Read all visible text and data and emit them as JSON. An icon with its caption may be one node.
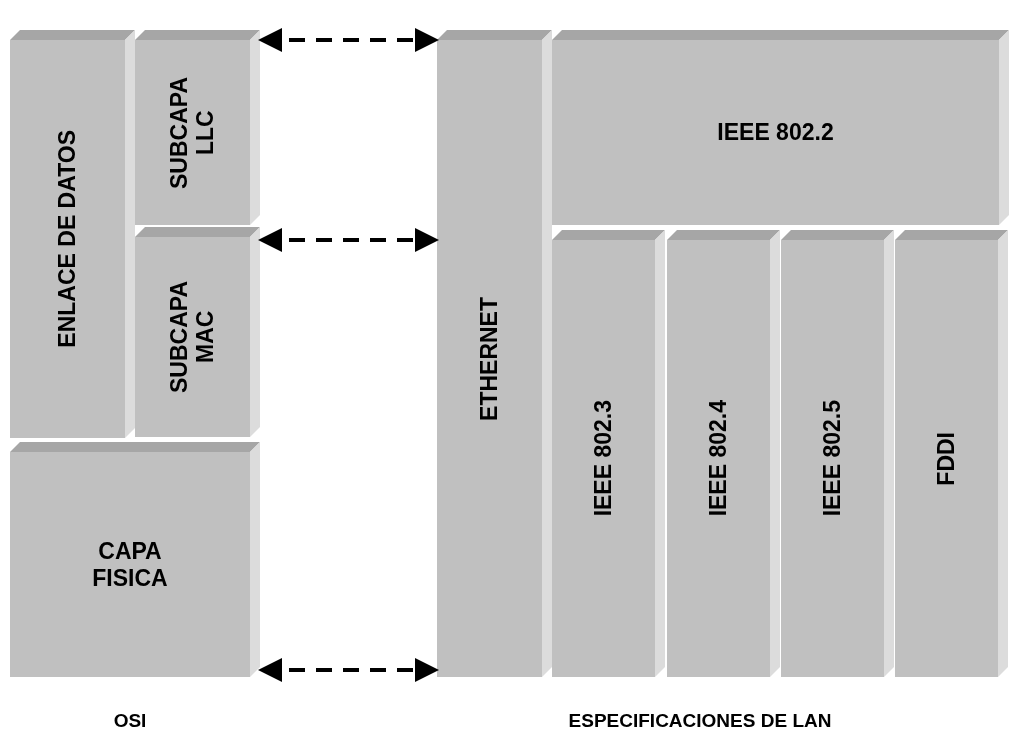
{
  "diagram": {
    "nodes": [
      {
        "text": [
          "ENLACE DE DATOS"
        ]
      },
      {
        "text": [
          "SUBCAPA LLC"
        ]
      },
      {
        "text": [
          "SUBCAPA MAC"
        ]
      },
      {
        "text": [
          "CAPA FISICA"
        ]
      },
      {
        "text": [
          "ETHERNET"
        ]
      },
      {
        "text": [
          "IEEE 802.2"
        ]
      },
      {
        "text": [
          "IEEE 802.3"
        ]
      },
      {
        "text": [
          "IEEE 802.4"
        ]
      },
      {
        "text": [
          "IEEE 802.5"
        ]
      },
      {
        "text": [
          "FDDI"
        ]
      }
    ],
    "edges": [
      {
        "from": 1,
        "to": 4,
        "arrow": "both",
        "style": "dashed"
      },
      {
        "from": 2,
        "to": 4,
        "arrow": "both",
        "style": "dashed"
      },
      {
        "from": 3,
        "to": 4,
        "arrow": "both",
        "style": "dashed"
      }
    ],
    "labels": [
      "OSI",
      "ESPECIFICACIONES DE LAN"
    ]
  }
}
